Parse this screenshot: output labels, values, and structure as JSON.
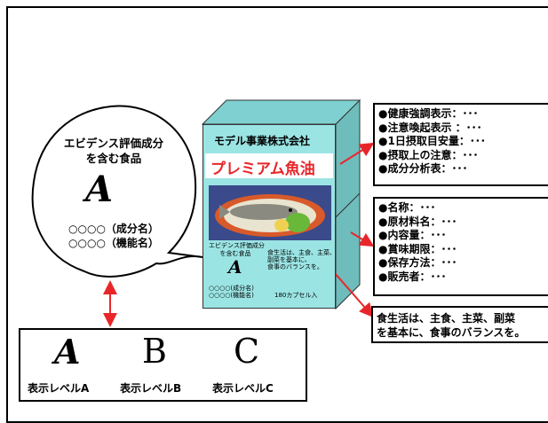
{
  "bubble": {
    "heading_line1": "エビデンス評価成分",
    "heading_line2": "を含む食品",
    "letter": "A",
    "line1": "○○○○（成分名）",
    "line2": "○○○○（機能名）"
  },
  "package": {
    "company": "モデル事業株式会社",
    "product": "プレミアム魚油",
    "small_heading_line1": "エビデンス評価成分",
    "small_heading_line2": "を含む食品",
    "small_note_line1": "食生活は、主食、主菜、",
    "small_note_line2": "副菜を基本に、",
    "small_note_line3": "食事のバランスを。",
    "small_letter": "A",
    "small_line1": "○○○○(成分名)",
    "small_line2": "○○○○(機能名)",
    "capsules": "180カプセル入"
  },
  "top_box": [
    "●健康強調表示：･･･",
    "●注意喚起表示 ：･･･",
    "●1日摂取目安量：･･･",
    "●摂取上の注意：･･･",
    "●成分分析表：･･･"
  ],
  "middle_box": [
    "●名称：･･･",
    "●原材料名：･･･",
    "●内容量：･･･",
    "●賞味期限：･･･",
    "●保存方法：･･･",
    "●販売者：･･･"
  ],
  "bottom_box": {
    "line1": "食生活は、主食、主菜、副菜",
    "line2": "を基本に、食事のバランスを。"
  },
  "levels": [
    {
      "letter": "A",
      "label": "表示レベルA"
    },
    {
      "letter": "B",
      "label": "表示レベルB"
    },
    {
      "letter": "C",
      "label": "表示レベルC"
    }
  ],
  "colors": {
    "arrow": "#e8262a",
    "title_red": "#e8262a",
    "box_front": "#9be4e4",
    "box_side": "#6fbcbc"
  }
}
